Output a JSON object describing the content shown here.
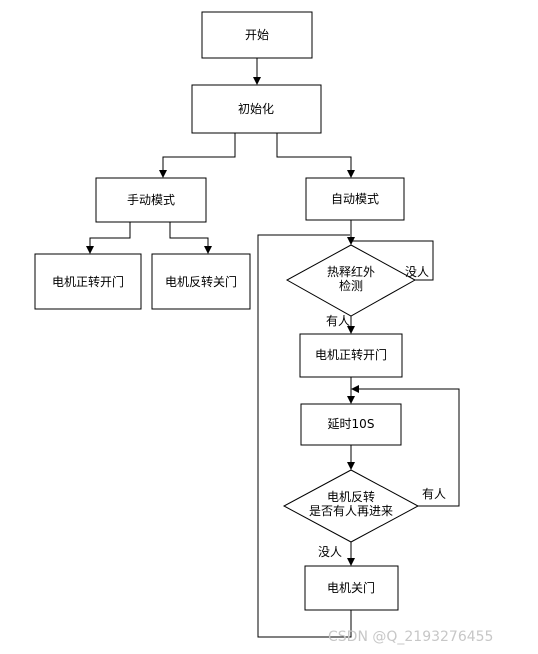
{
  "nodes": {
    "start": "开始",
    "init": "初始化",
    "manual_mode": "手动模式",
    "auto_mode": "自动模式",
    "manual_motor_forward_open": "电机正转开门",
    "manual_motor_reverse_close": "电机反转关门",
    "ir_detect_line1": "热释红外",
    "ir_detect_line2": "检测",
    "auto_motor_forward_open": "电机正转开门",
    "delay": "延时10S",
    "reverse_check_line1": "电机反转",
    "reverse_check_line2": "是否有人再进来",
    "motor_close": "电机关门"
  },
  "edges": {
    "ir_no_person": "没人",
    "ir_person": "有人",
    "check_person": "有人",
    "check_no_person": "没人"
  },
  "watermark": "CSDN @Q_2193276455"
}
